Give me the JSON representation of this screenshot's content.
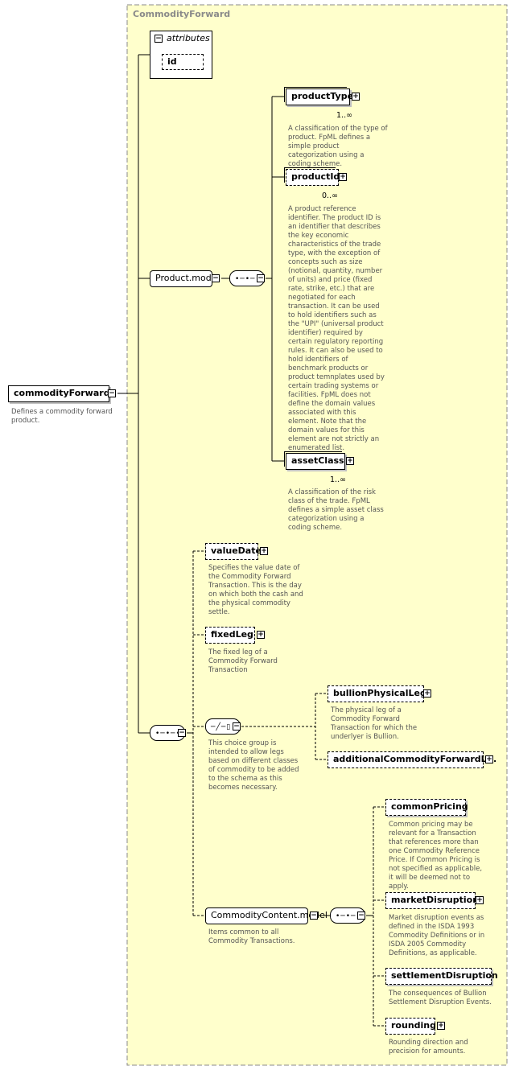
{
  "group_title": "CommodityForward",
  "root": {
    "name": "commodityForward",
    "description": "Defines a commodity forward product."
  },
  "attributes": {
    "label": "attributes",
    "id": "id"
  },
  "product_model": {
    "name": "Product.model",
    "elements": [
      {
        "name": "productType",
        "cardinality": "1..∞",
        "description": "A classification of the type of product. FpML defines a simple product categorization using a coding scheme."
      },
      {
        "name": "productId",
        "cardinality": "0..∞",
        "description": "A product reference identifier. The product ID is an identifier that describes the key economic characteristics of the trade type, with the exception of concepts such as size (notional, quantity, number of units) and price (fixed rate, strike, etc.) that are negotiated for each transaction. It can be used to hold identifiers such as the \"UPI\" (universal product identifier) required by certain regulatory reporting rules. It can also be used to hold identifiers of benchmark products or product temnplates used by certain trading systems or facilities. FpML does not define the domain values associated with this element. Note that the domain values for this element are not strictly an enumerated list."
      },
      {
        "name": "assetClass",
        "cardinality": "1..∞",
        "description": "A classification of the risk class of the trade. FpML defines a simple asset class categorization using a coding scheme."
      }
    ]
  },
  "sequence_elements": {
    "valueDate": {
      "name": "valueDate",
      "description": "Specifies the value date of the Commodity Forward Transaction. This is the day on which both the cash and the physical commodity settle."
    },
    "fixedLeg": {
      "name": "fixedLeg",
      "description": "The fixed leg of a Commodity Forward Transaction"
    },
    "choice": {
      "description": "This choice group is intended to allow legs based on different classes of commodity to be added to the schema as this becomes necessary.",
      "options": [
        {
          "name": "bullionPhysicalLeg",
          "description": "The physical leg of a Commodity Forward Transaction for which the underlyer is Bullion."
        },
        {
          "name": "additionalCommodityForwardL...",
          "description": ""
        }
      ]
    },
    "content_model": {
      "name": "CommodityContent.model",
      "description": "Items common to all Commodity Transactions.",
      "elements": [
        {
          "name": "commonPricing",
          "description": "Common pricing may be relevant for a Transaction that references more than one Commodity Reference Price. If Common Pricing is not specified as applicable, it will be deemed not to apply."
        },
        {
          "name": "marketDisruption",
          "description": "Market disruption events as defined in the ISDA 1993 Commodity Definitions or in ISDA 2005 Commodity Definitions, as applicable."
        },
        {
          "name": "settlementDisruption",
          "description": "The consequences of Bullion Settlement Disruption Events."
        },
        {
          "name": "rounding",
          "description": "Rounding direction and precision for amounts."
        }
      ]
    }
  }
}
